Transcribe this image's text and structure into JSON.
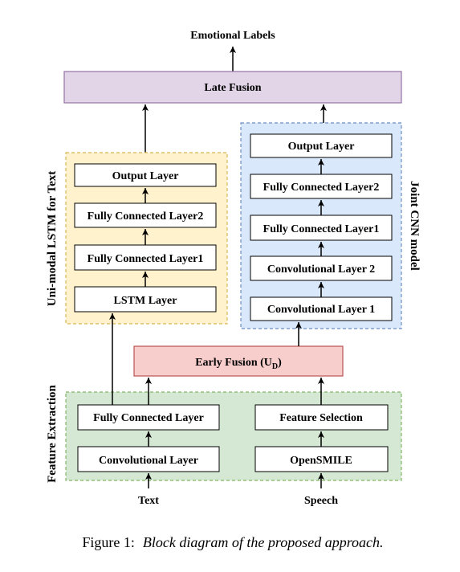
{
  "top_label": "Emotional Labels",
  "late_fusion": "Late Fusion",
  "lstm_group": {
    "title": "Uni-modal LSTM for Text",
    "output": "Output Layer",
    "fc2": "Fully Connected Layer2",
    "fc1": "Fully Connected Layer1",
    "lstm": "LSTM Layer"
  },
  "cnn_group": {
    "title": "Joint CNN model",
    "output": "Output Layer",
    "fc2": "Fully Connected Layer2",
    "fc1": "Fully Connected Layer1",
    "conv2": "Convolutional Layer 2",
    "conv1": "Convolutional Layer 1"
  },
  "early_fusion": {
    "label": "Early Fusion  (U",
    "sub": "D",
    "close": ")"
  },
  "feature_group": {
    "title": "Feature Extraction",
    "text_fc": "Fully Connected Layer",
    "text_conv": "Convolutional Layer",
    "speech_sel": "Feature Selection",
    "speech_open": "OpenSMILE"
  },
  "inputs": {
    "text": "Text",
    "speech": "Speech"
  },
  "caption": {
    "prefix": "Figure 1:",
    "body": "Block diagram of the proposed approach."
  },
  "colors": {
    "late_fusion_fill": "#e1d5e7",
    "late_fusion_stroke": "#9673a6",
    "lstm_fill": "#fff2cc",
    "lstm_stroke": "#d6b656",
    "cnn_fill": "#dae8fc",
    "cnn_stroke": "#6c8ebf",
    "early_fill": "#f8cecc",
    "early_stroke": "#b85450",
    "feature_fill": "#d5e8d4",
    "feature_stroke": "#82b366"
  }
}
